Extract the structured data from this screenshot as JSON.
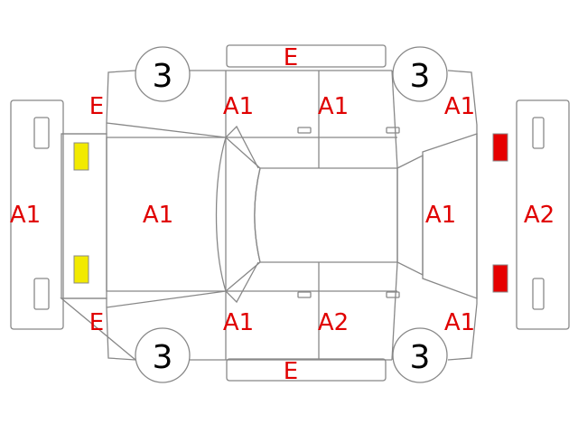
{
  "colors": {
    "line": "#888888",
    "code_text": "#e00000",
    "wheel_text": "#000000",
    "front_light": "#f2ea00",
    "rear_light": "#e60000",
    "background": "#ffffff"
  },
  "codes": {
    "top_bumper": "E",
    "bottom_bumper": "E",
    "front_left_fender": "E",
    "front_right_fender": "E",
    "front_left_door": "A1",
    "rear_left_door": "A1",
    "rear_left_fender": "A1",
    "front_bumper": "A1",
    "hood": "A1",
    "trunk": "A1",
    "rear_bumper": "A2",
    "front_right_door": "A1",
    "rear_right_door": "A2",
    "rear_right_fender": "A1"
  },
  "wheels": {
    "front_left": "3",
    "rear_left": "3",
    "front_right": "3",
    "rear_right": "3"
  },
  "icons": {
    "front_lights": "square-yellow-lamp",
    "rear_lights": "square-red-lamp"
  }
}
